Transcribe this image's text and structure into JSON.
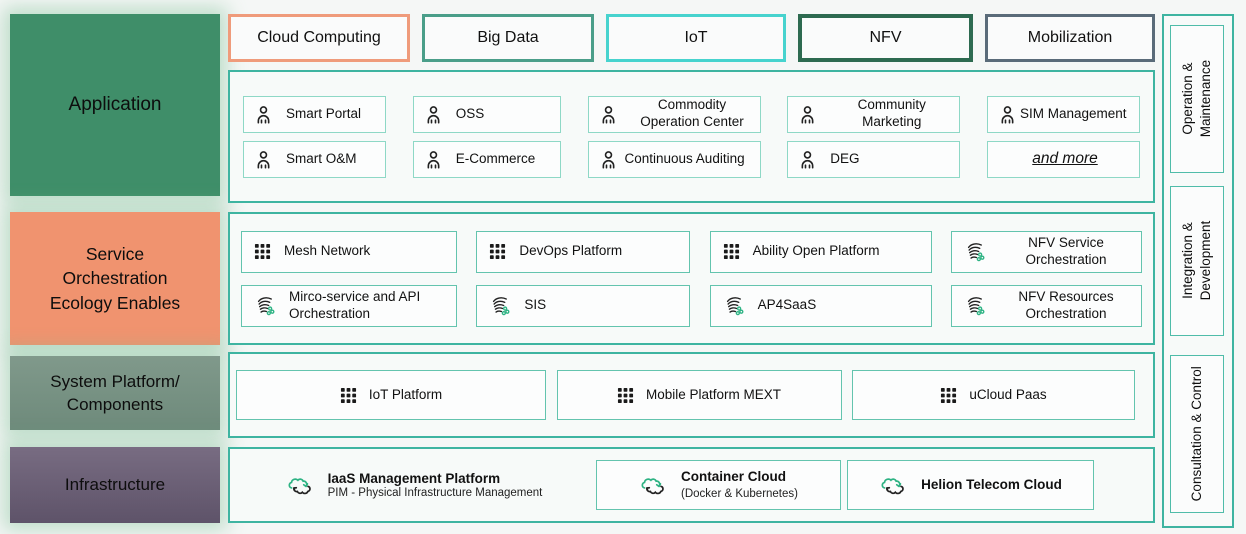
{
  "colors": {
    "container_border": "#3eb4a1",
    "application_item_border": "#8ed8c6",
    "item_border": "#63c4ae",
    "application_label_bg": "#3f8e69",
    "service_label_bg": "#f0936f",
    "system_label_bg": "#76907f",
    "infrastructure_label_bg": "#675c72",
    "cloud_computing_border": "#ef9b7b",
    "big_data_border": "#4a9e89",
    "iot_border": "#47d3ce",
    "nfv_border": "#2d6a50",
    "mobilization_border": "#5a6b79",
    "icon_green": "#2eb384"
  },
  "top_categories": [
    {
      "label": "Cloud Computing"
    },
    {
      "label": "Big Data"
    },
    {
      "label": "IoT"
    },
    {
      "label": "NFV"
    },
    {
      "label": "Mobilization"
    }
  ],
  "layer_labels": {
    "application": {
      "lines": [
        "Application"
      ]
    },
    "service_orchestration": {
      "lines": [
        "Service",
        "Orchestration",
        "Ecology Enables"
      ]
    },
    "system_platform": {
      "lines": [
        "System Platform/",
        "Components"
      ]
    },
    "infrastructure": {
      "lines": [
        "Infrastructure"
      ]
    }
  },
  "application": {
    "items": [
      {
        "label": "Smart Portal",
        "icon": "person-icon"
      },
      {
        "label": "OSS",
        "icon": "person-icon"
      },
      {
        "label": "Commodity Operation Center",
        "icon": "person-icon"
      },
      {
        "label": "Community Marketing",
        "icon": "person-icon"
      },
      {
        "label": "SIM Management",
        "icon": "person-icon"
      },
      {
        "label": "Smart O&M",
        "icon": "person-icon"
      },
      {
        "label": "E-Commerce",
        "icon": "person-icon"
      },
      {
        "label": "Continuous Auditing",
        "icon": "person-icon"
      },
      {
        "label": "DEG",
        "icon": "person-icon"
      },
      {
        "label": "and more",
        "icon": "none"
      }
    ]
  },
  "service_orchestration": {
    "items": [
      {
        "label": "Mesh Network",
        "icon": "grid-icon"
      },
      {
        "label": "DevOps Platform",
        "icon": "grid-icon"
      },
      {
        "label": "Ability Open Platform",
        "icon": "grid-icon"
      },
      {
        "label": "NFV Service Orchestration",
        "icon": "orchestration-swirl-icon"
      },
      {
        "label": "Mirco-service and API Orchestration",
        "icon": "orchestration-swirl-icon"
      },
      {
        "label": "SIS",
        "icon": "orchestration-swirl-icon"
      },
      {
        "label": "AP4SaaS",
        "icon": "orchestration-swirl-icon"
      },
      {
        "label": "NFV Resources Orchestration",
        "icon": "orchestration-swirl-icon"
      }
    ]
  },
  "system_platform": {
    "items": [
      {
        "label": "IoT Platform",
        "icon": "grid-icon"
      },
      {
        "label": "Mobile Platform MEXT",
        "icon": "grid-icon"
      },
      {
        "label": "uCloud Paas",
        "icon": "grid-icon"
      }
    ]
  },
  "infrastructure": {
    "items": [
      {
        "title": "IaaS Management Platform",
        "subtitle": "PIM - Physical Infrastructure Management",
        "icon": "cloud-sync-icon"
      },
      {
        "title": "Container Cloud",
        "subtitle": "(Docker & Kubernetes)",
        "icon": "cloud-sync-icon"
      },
      {
        "title": "Helion Telecom Cloud",
        "icon": "cloud-sync-icon"
      }
    ]
  },
  "side_panels": [
    {
      "label": "Operation & Maintenance",
      "lines": [
        "Operation &",
        "Maintenance"
      ]
    },
    {
      "label": "Integration & Development",
      "lines": [
        "Integration &",
        "Development"
      ]
    },
    {
      "label": "Consultation & Control",
      "lines": [
        "Consultation & Control"
      ]
    }
  ]
}
